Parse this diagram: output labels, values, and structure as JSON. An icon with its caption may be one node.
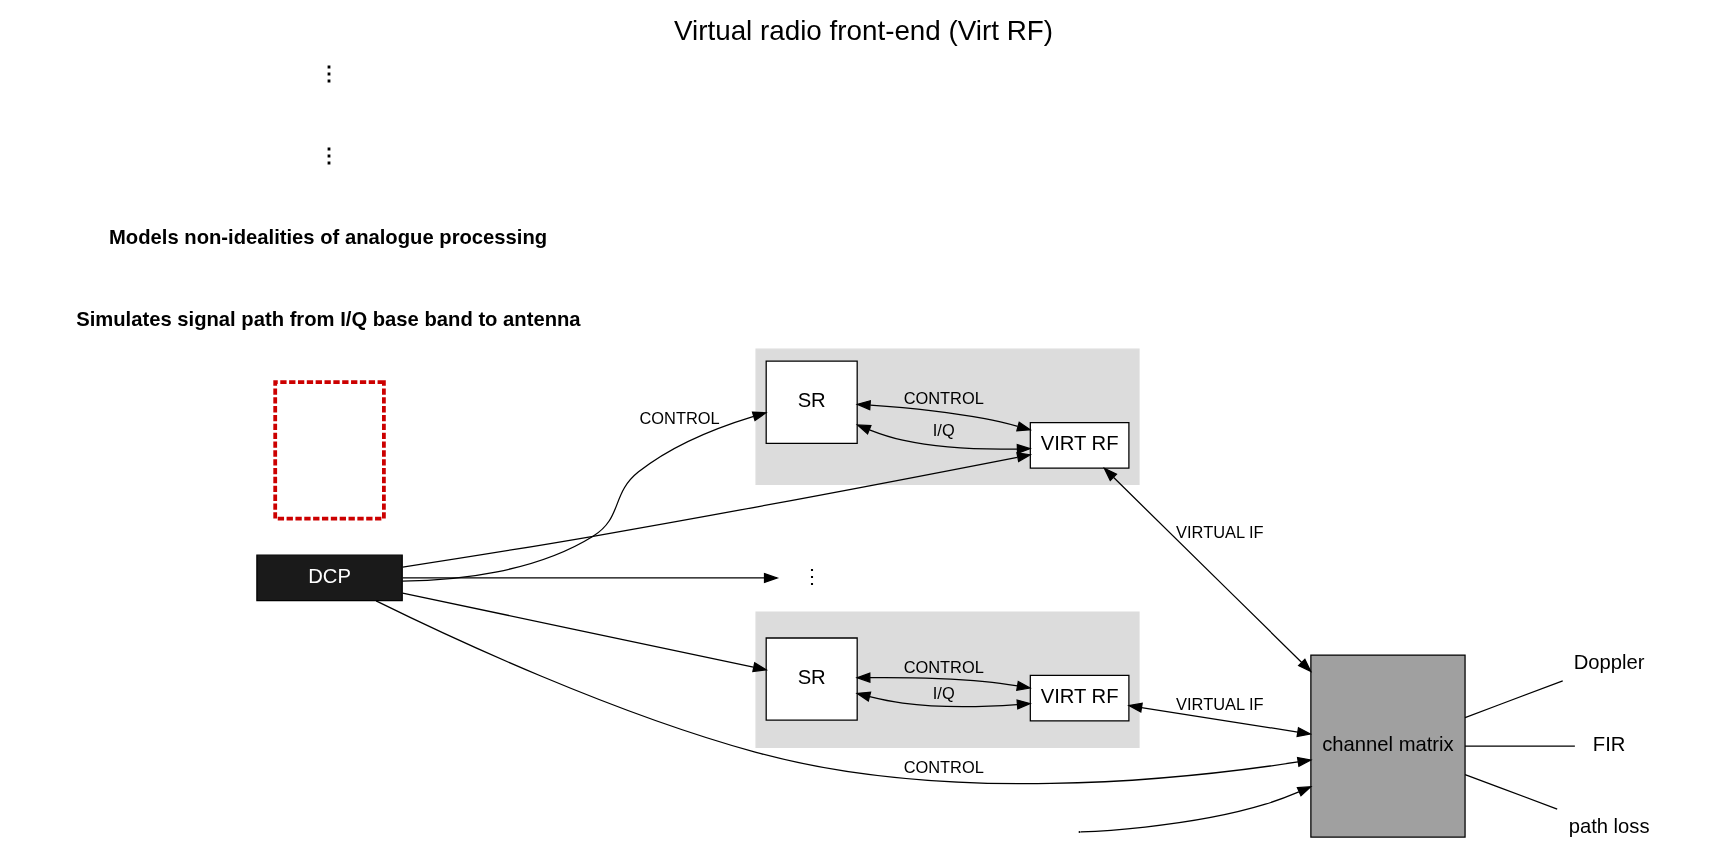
{
  "diagram": {
    "title": "Virtual radio front-end (Virt RF)",
    "nodes": [
      {
        "text": [
          "DCP"
        ]
      },
      {
        "text": [],
        "shape": "box"
      },
      {
        "text": [
          "SR"
        ],
        "in": 1
      },
      {
        "text": [
          "VIRT RF"
        ],
        "in": 1
      },
      {
        "text": [
          "⋮"
        ]
      },
      {
        "text": [],
        "shape": "box"
      },
      {
        "text": [
          "SR"
        ],
        "in": 5
      },
      {
        "text": [
          "VIRT RF"
        ],
        "in": 5
      },
      {
        "text": [
          "channel matrix"
        ]
      },
      {
        "text": [
          "Doppler"
        ]
      },
      {
        "text": [
          "FIR"
        ]
      },
      {
        "text": [
          "path loss"
        ]
      },
      {
        "text": [],
        "shape": "box"
      }
    ],
    "edges": [
      {
        "from": 0,
        "to": 2,
        "arrow": "to",
        "label": "CONTROL"
      },
      {
        "from": 0,
        "to": 4,
        "arrow": "to"
      },
      {
        "from": 0,
        "to": 6,
        "arrow": "to"
      },
      {
        "from": 0,
        "to": 3,
        "arrow": "to"
      },
      {
        "from": 0,
        "to": 8,
        "arrow": "to",
        "label": "CONTROL"
      },
      {
        "from": 2,
        "to": 3,
        "arrow": "both",
        "label": "I/Q"
      },
      {
        "from": 2,
        "to": 3,
        "arrow": "both",
        "label": "CONTROL"
      },
      {
        "from": 3,
        "to": 8,
        "arrow": "both",
        "label": "VIRTUAL IF"
      },
      {
        "from": null,
        "to": 8,
        "arrow": "to"
      },
      {
        "from": 6,
        "to": 7,
        "arrow": "both",
        "label": "I/Q"
      },
      {
        "from": 6,
        "to": 7,
        "arrow": "both",
        "label": "CONTROL"
      },
      {
        "from": 7,
        "to": 8,
        "arrow": "both",
        "label": "VIRTUAL IF"
      },
      {
        "from": 8,
        "to": 9,
        "arrow": "none"
      },
      {
        "from": 8,
        "to": 10,
        "arrow": "none"
      },
      {
        "from": 8,
        "to": 11,
        "arrow": "none"
      }
    ],
    "labels": [
      "Simulates signal path from I/Q base band to antenna",
      "Models non-idealities of analogue processing",
      "⋮",
      "⋮"
    ]
  }
}
